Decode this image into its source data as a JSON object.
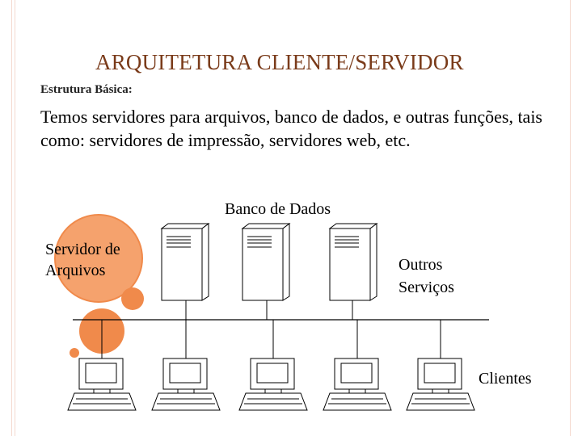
{
  "slide": {
    "title": "ARQUITETURA CLIENTE/SERVIDOR",
    "subtitle": "Estrutura Básica:",
    "body": "Temos servidores para arquivos, banco de dados, e outras funções, tais como: servidores de impressão, servidores web, etc."
  },
  "diagram": {
    "database_label": "Banco de Dados",
    "file_server_label_line1": "Servidor de",
    "file_server_label_line2": "Arquivos",
    "other_services_label_line1": "Outros",
    "other_services_label_line2": "Serviços",
    "clients_label": "Clientes"
  },
  "colors": {
    "accent_orange": "#f08a4b",
    "title": "#7a3b1a",
    "frame": "#f4d9cf"
  }
}
